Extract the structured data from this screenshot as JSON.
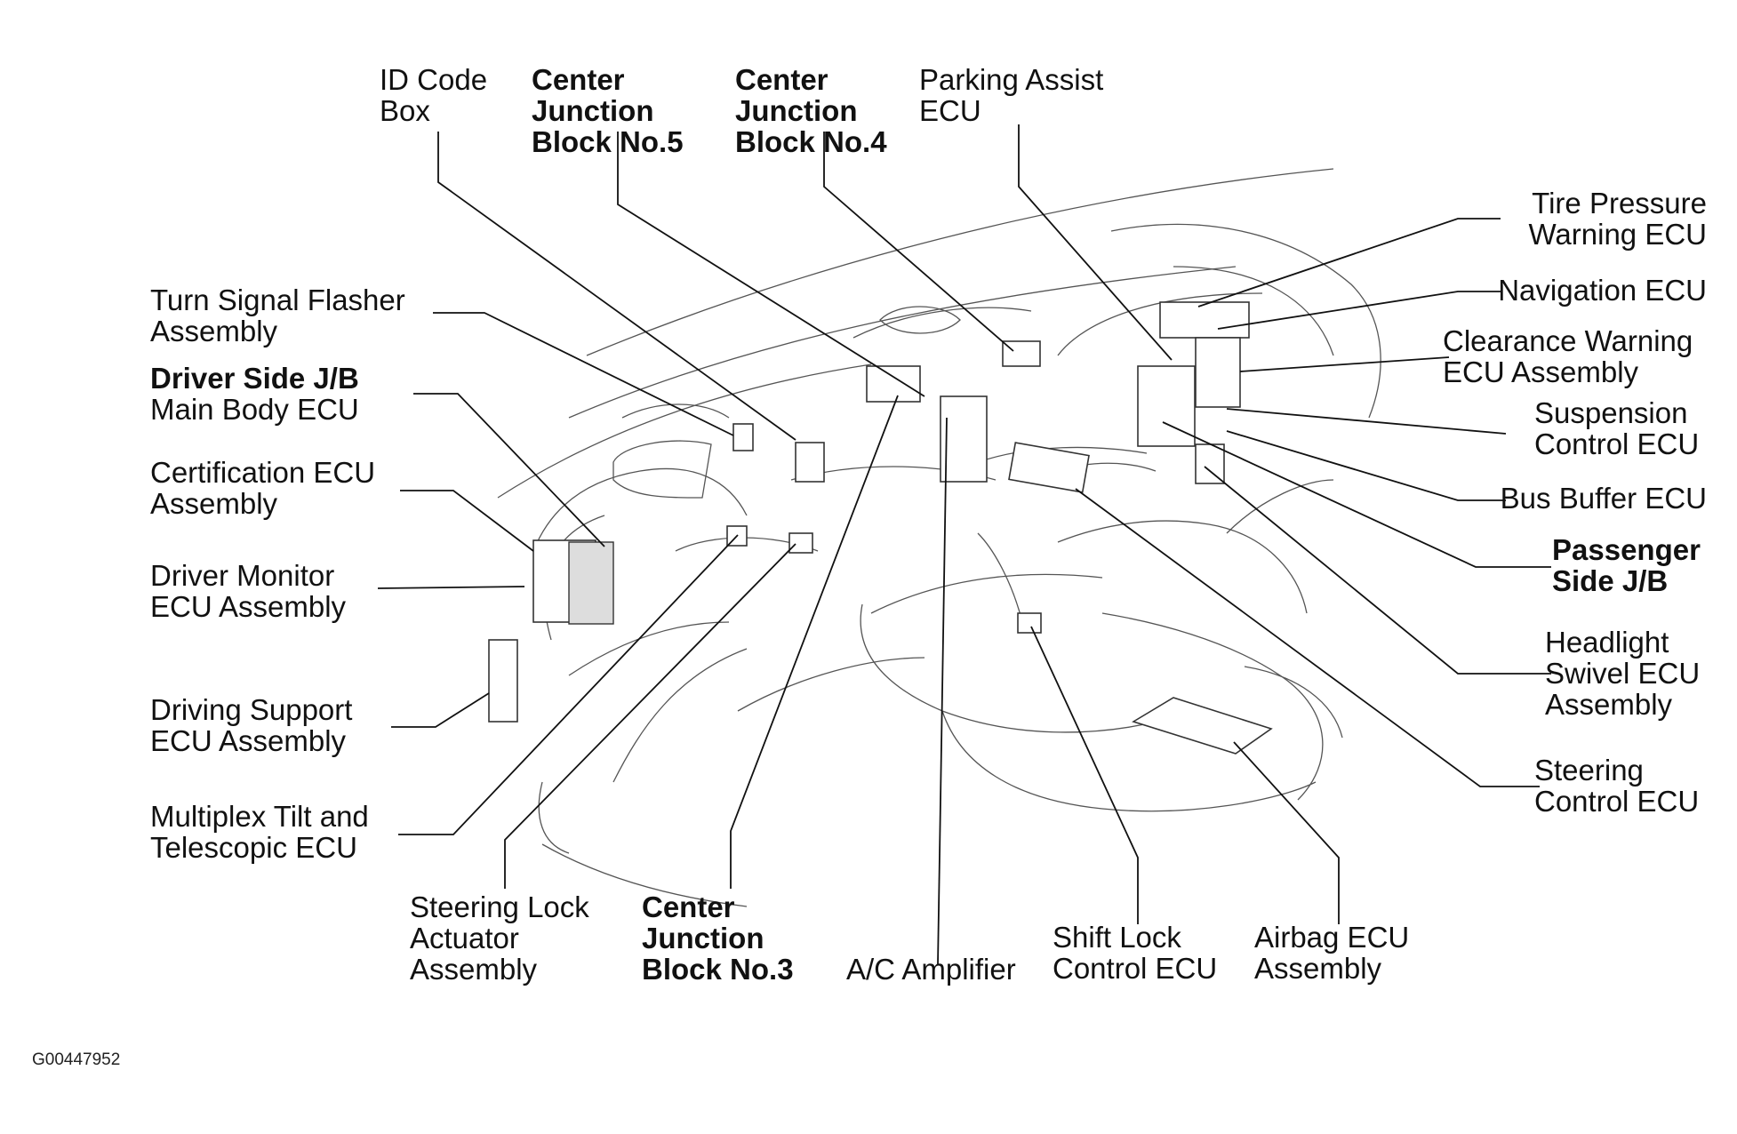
{
  "diagram_code": "G00447952",
  "labels": {
    "id_code_box": [
      "ID Code",
      "Box"
    ],
    "cjb5": [
      "Center",
      "Junction",
      "Block No.5"
    ],
    "cjb4": [
      "Center",
      "Junction",
      "Block No.4"
    ],
    "parking_assist": [
      "Parking Assist",
      "ECU"
    ],
    "tire_pressure": [
      "Tire Pressure",
      "Warning ECU"
    ],
    "navigation": [
      "Navigation ECU"
    ],
    "clearance_warning": [
      "Clearance Warning",
      "ECU Assembly"
    ],
    "suspension": [
      "Suspension",
      "Control ECU"
    ],
    "bus_buffer": [
      "Bus Buffer ECU"
    ],
    "passenger_jb": [
      "Passenger",
      "Side J/B"
    ],
    "headlight_swivel": [
      "Headlight",
      "Swivel ECU",
      "Assembly"
    ],
    "steering_control": [
      "Steering",
      "Control ECU"
    ],
    "turn_signal": [
      "Turn Signal Flasher",
      "Assembly"
    ],
    "driver_jb": [
      "Driver Side J/B",
      "Main Body ECU"
    ],
    "certification": [
      "Certification ECU",
      "Assembly"
    ],
    "driver_monitor": [
      "Driver Monitor",
      "ECU Assembly"
    ],
    "driving_support": [
      "Driving Support",
      "ECU Assembly"
    ],
    "multiplex_tilt": [
      "Multiplex Tilt and",
      "Telescopic ECU"
    ],
    "steering_lock": [
      "Steering Lock",
      "Actuator",
      "Assembly"
    ],
    "cjb3": [
      "Center",
      "Junction",
      "Block No.3"
    ],
    "ac_amplifier": [
      "A/C Amplifier"
    ],
    "shift_lock": [
      "Shift Lock",
      "Control ECU"
    ],
    "airbag": [
      "Airbag ECU",
      "Assembly"
    ]
  }
}
